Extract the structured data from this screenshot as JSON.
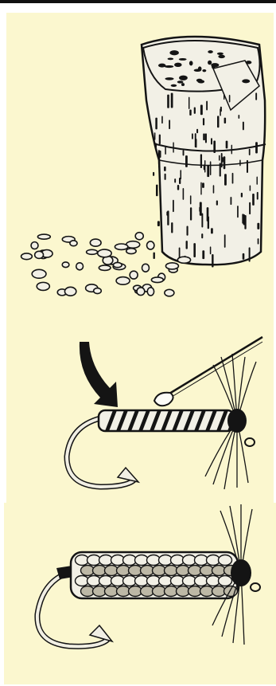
{
  "colors": {
    "paper": "#fbf7cf",
    "ink": "#141414",
    "cork": "#f2f0e6",
    "cork_shade": "#bdb8a6",
    "hook": "#f1efe4",
    "glue_tip": "#fdfdf8"
  },
  "illustration": {
    "panel_1": "cork-stopper-and-crumbs",
    "panel_2": "hook-with-wrapped-body-and-glue-needle",
    "panel_3": "finished-fly-with-cork-crumb-body"
  },
  "icons": {
    "arrow": "curved-arrow-icon",
    "needle": "dubbing-needle-icon",
    "hook": "fish-hook-icon",
    "hackle": "hackle-feathers-icon"
  }
}
